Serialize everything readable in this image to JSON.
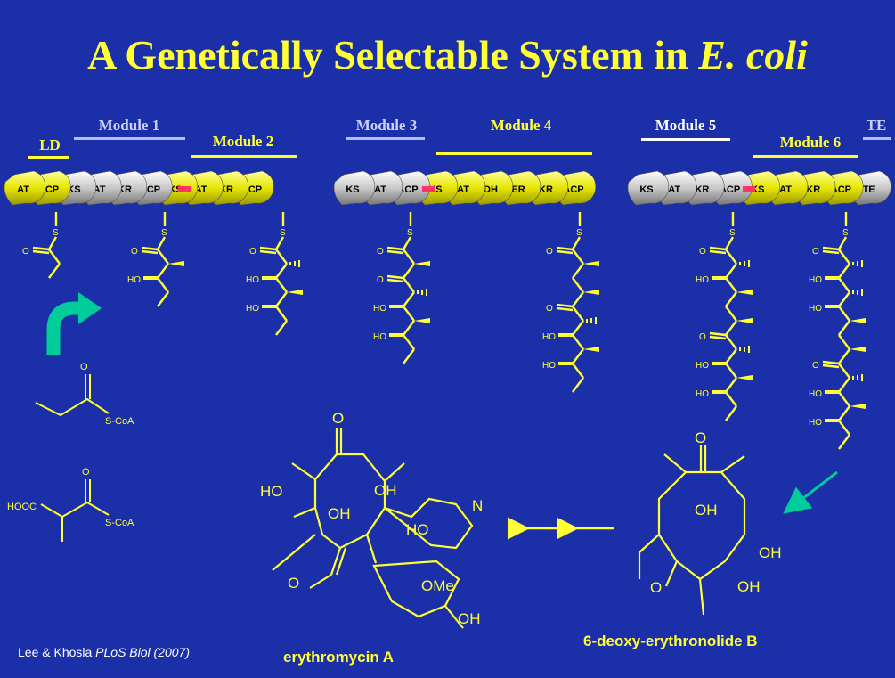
{
  "title": {
    "main": "A Genetically Selectable System in ",
    "organism": "E. coli"
  },
  "modules": {
    "ld": "LD",
    "m1": "Module 1",
    "m2": "Module 2",
    "m3": "Module 3",
    "m4": "Module 4",
    "m5": "Module 5",
    "m6": "Module 6",
    "te": "TE"
  },
  "domains": {
    "segment_a": [
      "AT",
      "ACP",
      "KS",
      "AT",
      "KR",
      "ACP",
      "KS",
      "AT",
      "KR",
      "ACP"
    ],
    "segment_b": [
      "KS",
      "AT",
      "ACP",
      "KS",
      "AT",
      "DH",
      "ER",
      "KR",
      "ACP"
    ],
    "segment_c": [
      "KS",
      "AT",
      "KR",
      "ACP",
      "KS",
      "AT",
      "KR",
      "ACP",
      "TE"
    ]
  },
  "atoms": {
    "S": "S",
    "O": "O",
    "HO": "HO",
    "OH": "OH",
    "N": "N",
    "OMe": "OMe",
    "HOOC": "HOOC",
    "SCoA": "S-CoA"
  },
  "compounds": {
    "product": "erythromycin A",
    "aglycone": "6-deoxy-erythronolide B"
  },
  "credit": {
    "authors": "Lee & Khosla ",
    "journal": "PLoS Biol (2007)"
  },
  "colors": {
    "background": "#1a2fa8",
    "accent": "#ffff33",
    "arrow": "#00cc99",
    "linker": "#ff3366",
    "domain_gray": "#cccccc"
  },
  "icons": {
    "curved_arrow": "curved-arrow-icon"
  }
}
